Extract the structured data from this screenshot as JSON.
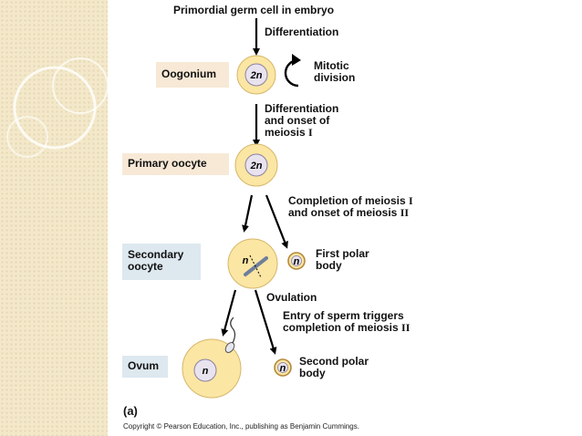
{
  "title": "Primordial germ cell in embryo",
  "stages": {
    "oogonium": "Oogonium",
    "primary_oocyte": "Primary oocyte",
    "secondary_oocyte_line1": "Secondary",
    "secondary_oocyte_line2": "oocyte",
    "ovum": "Ovum"
  },
  "steps": {
    "differentiation": "Differentiation",
    "mitotic_line1": "Mitotic",
    "mitotic_line2": "division",
    "diff_onset_line1": "Differentiation",
    "diff_onset_line2": "and onset of",
    "diff_onset_line3": "meiosis ",
    "roman_one": "I",
    "completion_line1": "Completion of meiosis ",
    "completion_line2": "and onset of meiosis ",
    "roman_two": "II",
    "first_polar_line1": "First polar",
    "first_polar_line2": "body",
    "ovulation": "Ovulation",
    "sperm_line1": "Entry of sperm triggers",
    "sperm_line2": "completion of meiosis ",
    "second_polar_line1": "Second polar",
    "second_polar_line2": "body"
  },
  "cells": {
    "diploid": "2n",
    "haploid": "n"
  },
  "panel_label": "(a)",
  "copyright": "Copyright © Pearson Education, Inc., publishing as Benjamin Cummings.",
  "colors": {
    "cell_fill": "#fbe6a3",
    "nucleus_fill": "#e9e3f0",
    "beige_label": "#f7e9d6",
    "blue_label": "#dde8ef",
    "side_panel": "#f3e8c9"
  },
  "icons": [
    "arrow-icon",
    "mitosis-cycle-icon",
    "sperm-icon",
    "spindle-icon"
  ]
}
